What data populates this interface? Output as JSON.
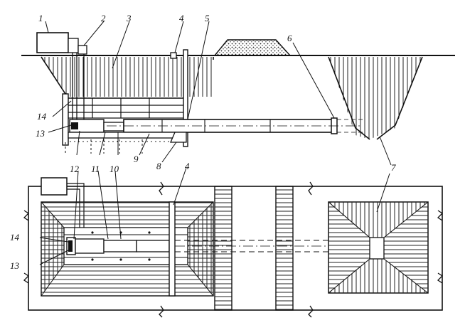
{
  "labels": {
    "l1": "1",
    "l2": "2",
    "l3": "3",
    "l4": "4",
    "l5": "5",
    "l6": "6",
    "l7": "7",
    "l8": "8",
    "l9": "9",
    "l10": "10",
    "l11": "11",
    "l12": "12",
    "l13": "13",
    "l14": "14",
    "p4": "4",
    "p7": "7",
    "p10": "10",
    "p11": "11",
    "p12": "12",
    "p13": "13",
    "p14": "14"
  },
  "colors": {
    "ink": "#111111",
    "paper": "#ffffff"
  }
}
